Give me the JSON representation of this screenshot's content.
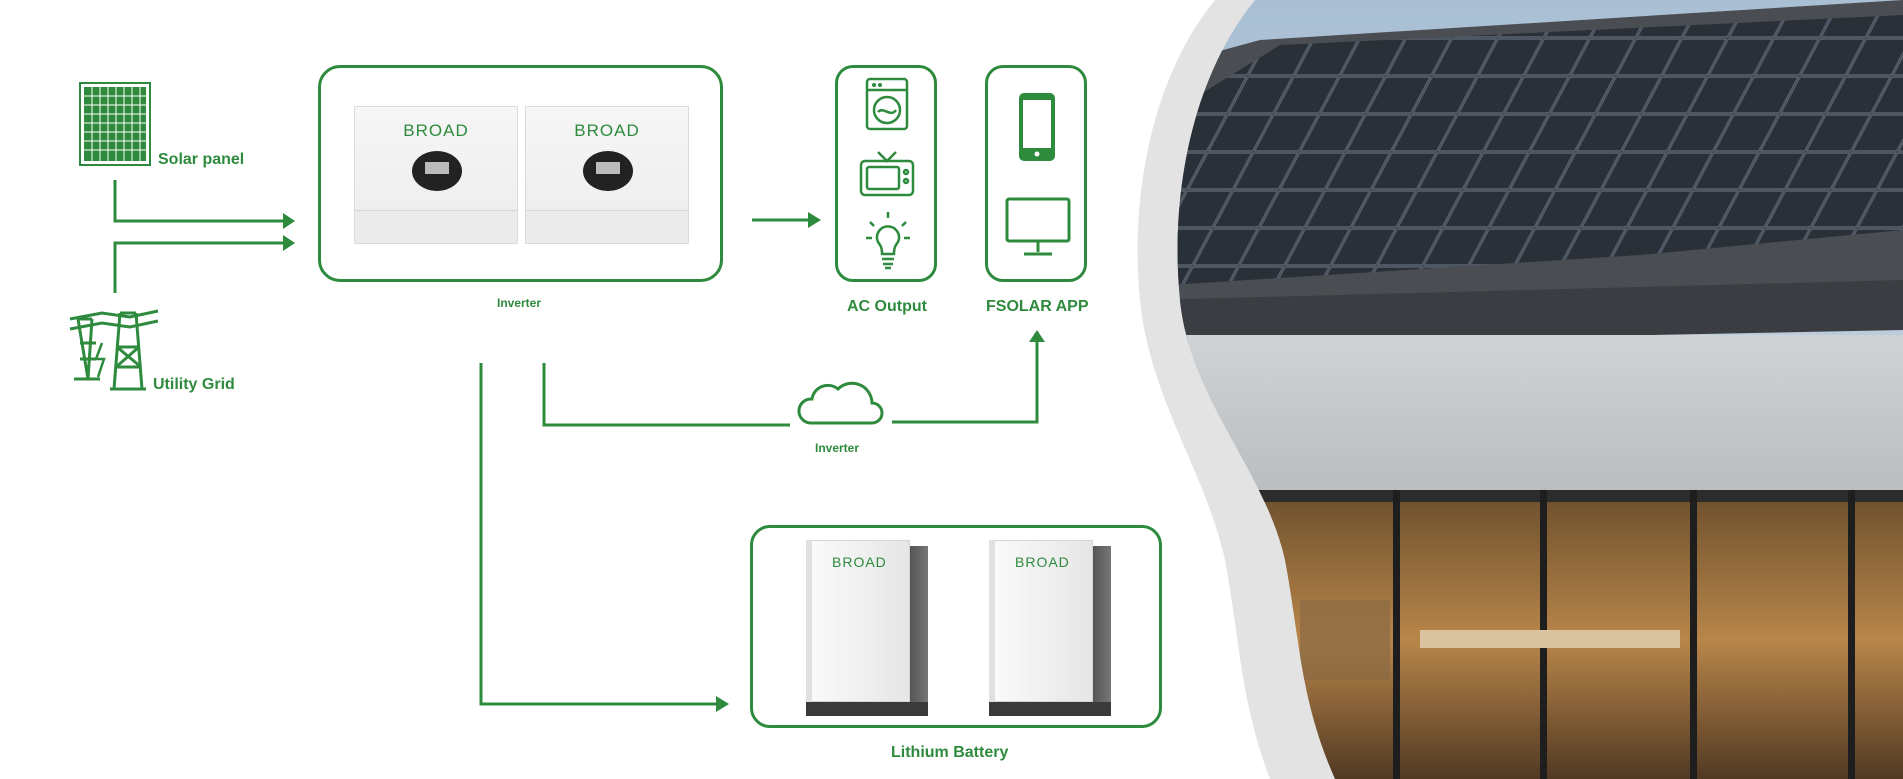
{
  "diagram": {
    "solar_panel_label": "Solar panel",
    "utility_grid_label": "Utility Grid",
    "inverter_label": "Inverter",
    "ac_output_label": "AC Output",
    "app_label": "FSOLAR APP",
    "cloud_label": "Inverter",
    "battery_label": "Lithium Battery",
    "brand_logo": "BROAD",
    "accent_color": "#2e8b3e",
    "icons": [
      "solar-panel-icon",
      "power-tower-icon",
      "washing-machine-icon",
      "tv-icon",
      "light-bulb-icon",
      "smartphone-icon",
      "monitor-icon",
      "cloud-icon"
    ]
  }
}
